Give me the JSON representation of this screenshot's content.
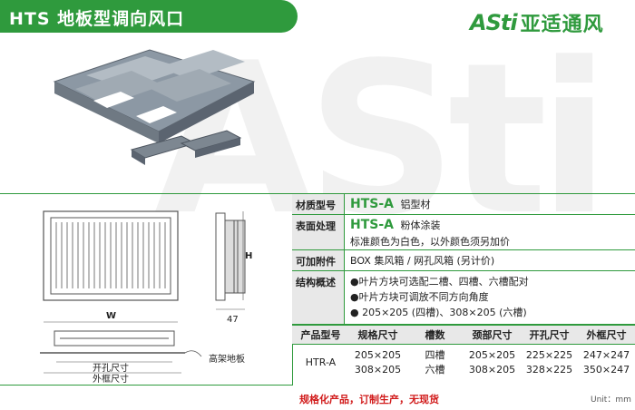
{
  "header": {
    "title": "HTS 地板型调向风口"
  },
  "logo": {
    "mark": "ASti",
    "text": "亚适通风"
  },
  "drawing": {
    "label_w": "W",
    "label_h": "H",
    "label_47": "47",
    "label_kaikong": "开孔尺寸",
    "label_waikuang": "外框尺寸",
    "label_floor": "高架地板"
  },
  "spec": {
    "rows": [
      {
        "label": "材质型号",
        "strong": "HTS-A",
        "text": "铝型材"
      },
      {
        "label": "表面处理",
        "strong": "HTS-A",
        "text": "粉体涂装",
        "extra": "标准颜色为白色，以外颜色须另加价"
      },
      {
        "label": "可加附件",
        "strong": "",
        "text": "BOX 集风箱 / 网孔风箱 (另计价)"
      },
      {
        "label": "结构概述",
        "lines": [
          "●叶片方块可选配二槽、四槽、六槽配对",
          "●叶片方块可调放不同方向角度",
          "● 205×205 (四槽)、308×205 (六槽)"
        ]
      }
    ],
    "table_headers": [
      "产品型号",
      "规格尺寸",
      "槽数",
      "颈部尺寸",
      "开孔尺寸",
      "外框尺寸"
    ],
    "table_rows": [
      {
        "model": "HTR-A",
        "size": [
          "205×205",
          "308×205"
        ],
        "slots": [
          "四槽",
          "六槽"
        ],
        "neck": [
          "205×205",
          "308×205"
        ],
        "hole": [
          "225×225",
          "328×225"
        ],
        "frame": [
          "247×247",
          "350×247"
        ]
      }
    ]
  },
  "footer": {
    "note": "规格化产品，订制生产，无现货",
    "unit": "Unit：mm"
  },
  "colors": {
    "brand_green": "#2f9a3d",
    "accent_red": "#d11b1b"
  }
}
